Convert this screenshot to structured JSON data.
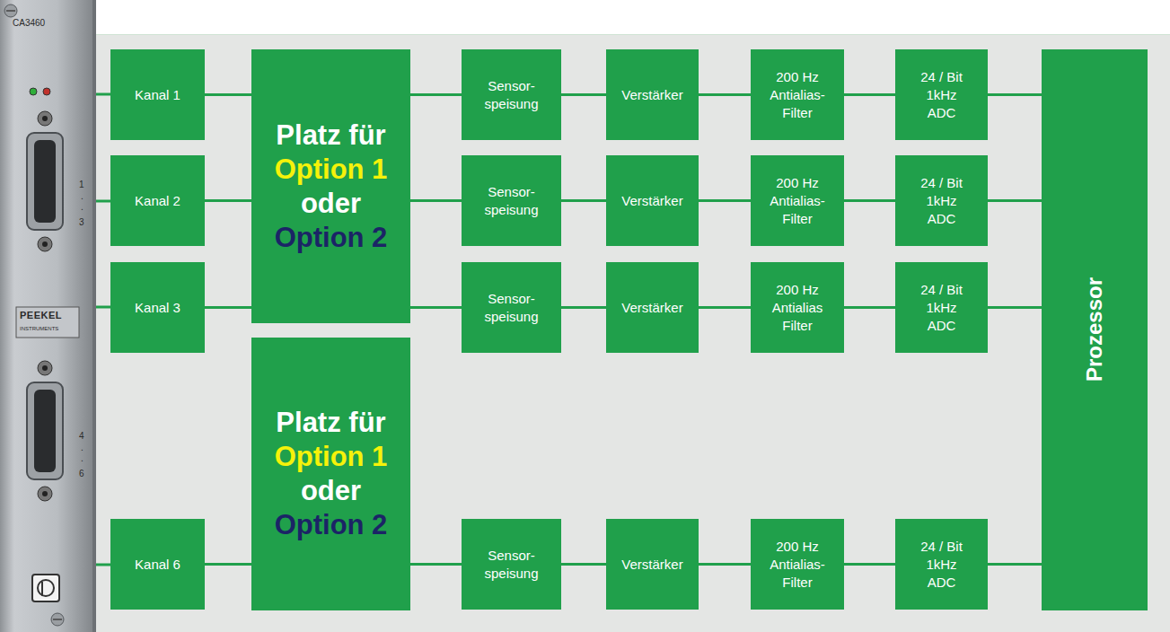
{
  "diagram": {
    "nodes": [
      {
        "text": [
          "Kanal 1"
        ]
      },
      {
        "text": [
          "Platz für",
          "Option 1",
          "oder",
          "Option 2"
        ]
      },
      {
        "text": [
          "Sensor- speisung"
        ]
      },
      {
        "text": [
          "Verstärker"
        ]
      },
      {
        "text": [
          "200 Hz Antialias- Filter"
        ]
      },
      {
        "text": [
          "24 / Bit 1kHz ADC"
        ]
      },
      {
        "text": [
          "Kanal 2"
        ]
      },
      {
        "text": [
          "Sensor- speisung"
        ]
      },
      {
        "text": [
          "Verstärker"
        ]
      },
      {
        "text": [
          "200 Hz Antialias- Filter"
        ]
      },
      {
        "text": [
          "24 / Bit 1kHz ADC"
        ]
      },
      {
        "text": [
          "Kanal 3"
        ]
      },
      {
        "text": [
          "Sensor- speisung"
        ]
      },
      {
        "text": [
          "Verstärker"
        ]
      },
      {
        "text": [
          "200 Hz Antialias Filter"
        ]
      },
      {
        "text": [
          "24 / Bit 1kHz ADC"
        ]
      },
      {
        "text": [
          "Platz für",
          "Option 1",
          "oder",
          "Option 2"
        ]
      },
      {
        "text": [
          "Kanal 6"
        ]
      },
      {
        "text": [
          "Sensor- speisung"
        ]
      },
      {
        "text": [
          "Verstärker"
        ]
      },
      {
        "text": [
          "200 Hz Antialias- Filter"
        ]
      },
      {
        "text": [
          "24 / Bit 1kHz ADC"
        ]
      },
      {
        "text": [
          "Prozessor"
        ]
      }
    ],
    "edges": [
      {
        "from": 0,
        "to": 1,
        "arrow": "none"
      },
      {
        "from": 1,
        "to": 2,
        "arrow": "none"
      },
      {
        "from": 2,
        "to": 3,
        "arrow": "none"
      },
      {
        "from": 3,
        "to": 4,
        "arrow": "none"
      },
      {
        "from": 4,
        "to": 5,
        "arrow": "none"
      },
      {
        "from": 5,
        "to": 22,
        "arrow": "none"
      },
      {
        "from": 6,
        "to": 1,
        "arrow": "none"
      },
      {
        "from": 1,
        "to": 7,
        "arrow": "none"
      },
      {
        "from": 7,
        "to": 8,
        "arrow": "none"
      },
      {
        "from": 8,
        "to": 9,
        "arrow": "none"
      },
      {
        "from": 9,
        "to": 10,
        "arrow": "none"
      },
      {
        "from": 10,
        "to": 22,
        "arrow": "none"
      },
      {
        "from": 11,
        "to": 1,
        "arrow": "none"
      },
      {
        "from": 1,
        "to": 12,
        "arrow": "none"
      },
      {
        "from": 12,
        "to": 13,
        "arrow": "none"
      },
      {
        "from": 13,
        "to": 14,
        "arrow": "none"
      },
      {
        "from": 14,
        "to": 15,
        "arrow": "none"
      },
      {
        "from": 15,
        "to": 22,
        "arrow": "none"
      },
      {
        "from": 17,
        "to": 16,
        "arrow": "none"
      },
      {
        "from": 16,
        "to": 18,
        "arrow": "none"
      },
      {
        "from": 18,
        "to": 19,
        "arrow": "none"
      },
      {
        "from": 19,
        "to": 20,
        "arrow": "none"
      },
      {
        "from": 20,
        "to": 21,
        "arrow": "none"
      },
      {
        "from": 21,
        "to": 22,
        "arrow": "none"
      }
    ],
    "labels": [
      "CA3460",
      "1",
      ".",
      ".",
      "3",
      "PEEKEL",
      "INSTRUMENTS",
      "4",
      ".",
      ".",
      "6"
    ]
  }
}
